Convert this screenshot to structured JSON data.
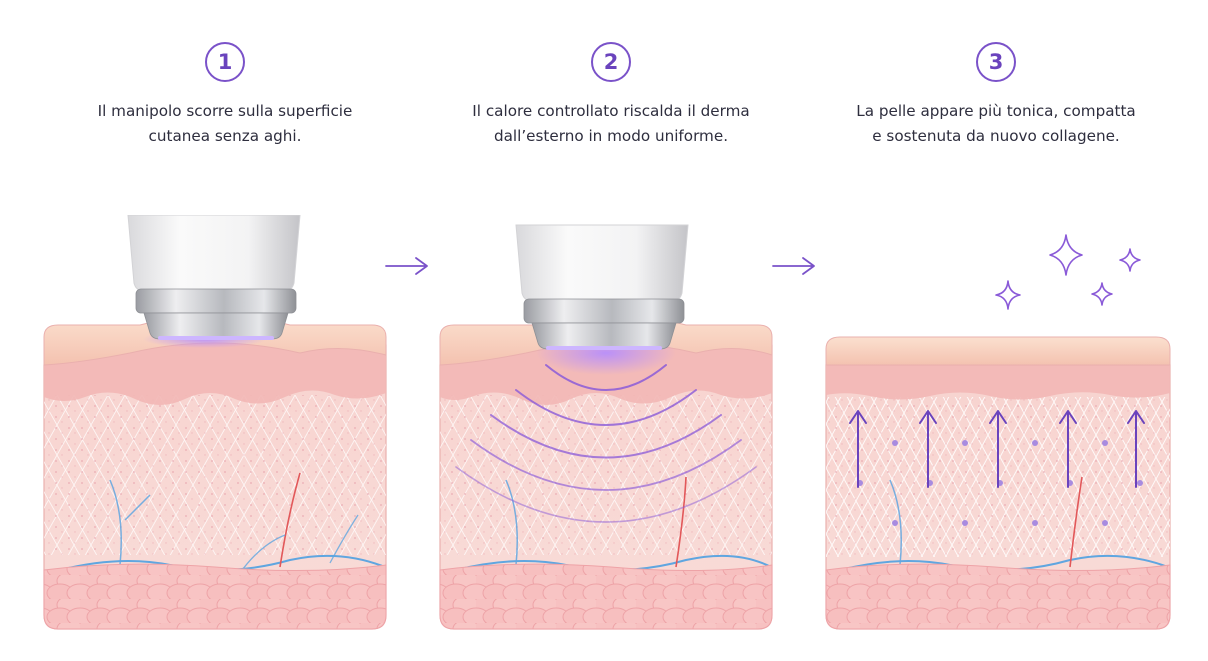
{
  "steps": [
    {
      "number": "1",
      "caption": "Il manipolo scorre sulla superficie cutanea senza aghi."
    },
    {
      "number": "2",
      "caption": "Il calore controllato riscalda il derma dall’esterno in modo uniforme."
    },
    {
      "number": "3",
      "caption": "La pelle appare più tonica, compatta e sostenuta da nuovo collagene."
    }
  ],
  "colors": {
    "accent": "#7a52c9",
    "epidermis": "#f6c9b3",
    "dermis": "#f8d7d4",
    "fat": "#f5b9b9",
    "vein": "#5fa6e0",
    "artery": "#e2585a"
  },
  "icons": [
    "arrow-right-icon",
    "sparkle-icon",
    "up-arrow-icon",
    "handpiece-device"
  ]
}
